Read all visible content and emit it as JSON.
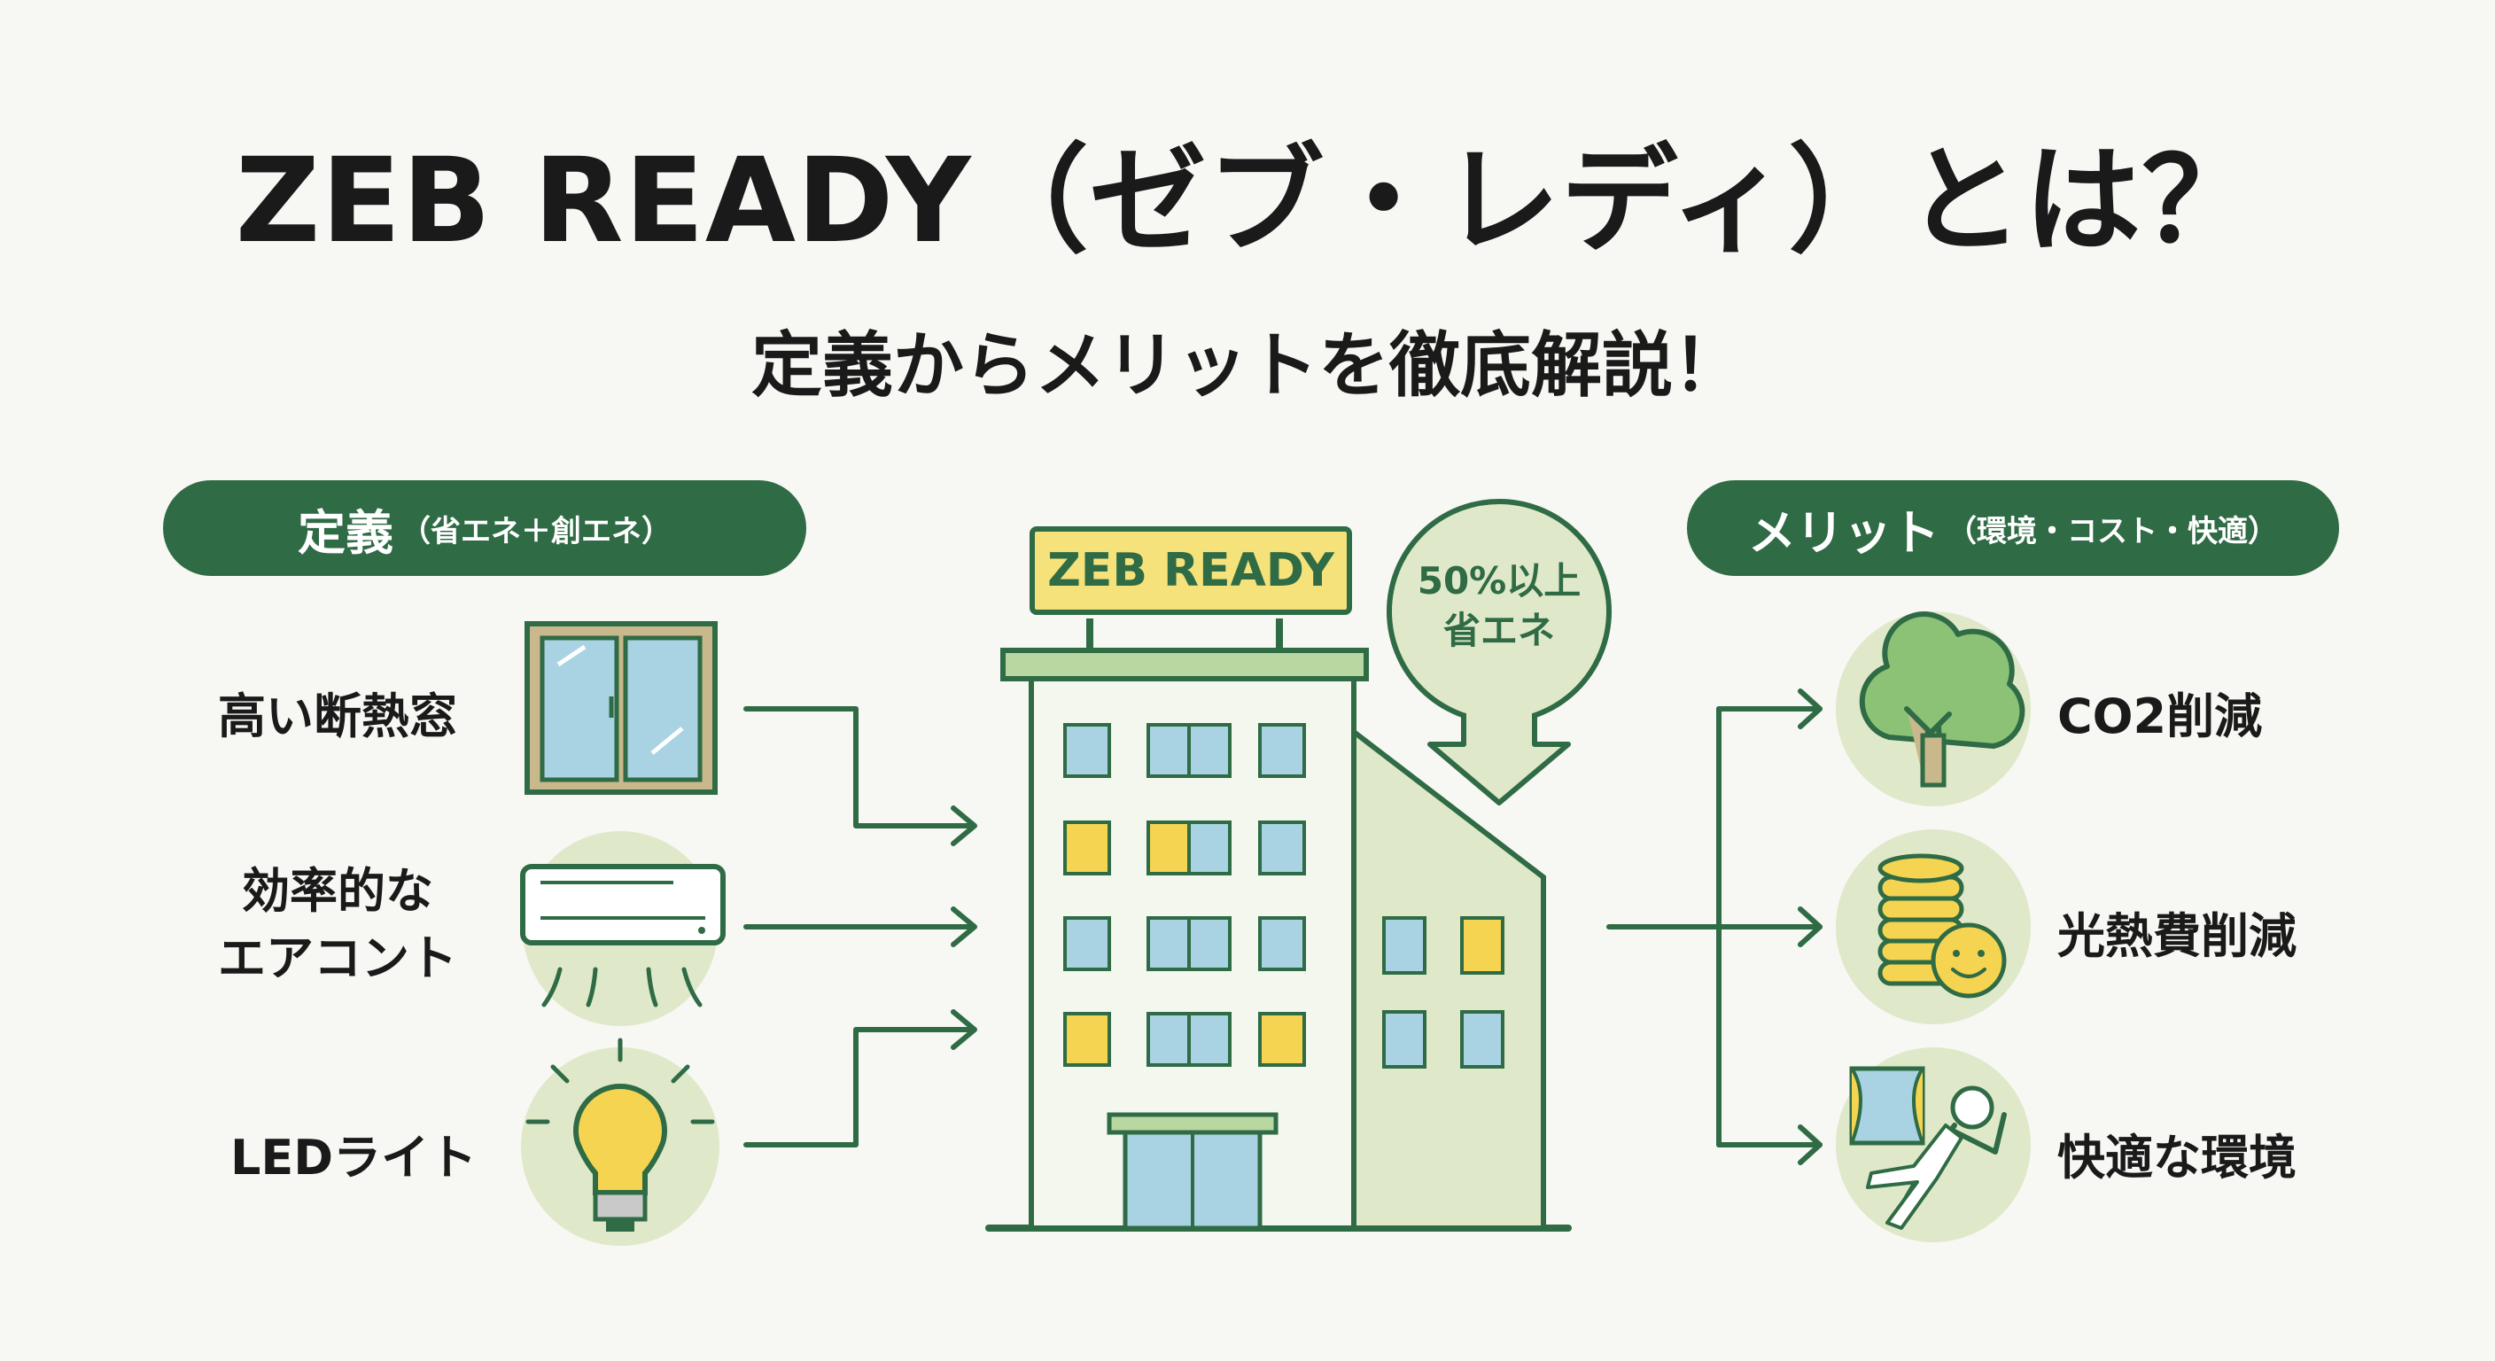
{
  "title": "ZEB READY（ゼブ・レディ）とは？",
  "subtitle": "定義からメリットを徹底解説！",
  "definition": {
    "heading": "定義",
    "heading_note": "（省エネ＋創エネ）",
    "items": [
      {
        "label": "高い断熱窓",
        "icon": "window-icon"
      },
      {
        "label_line1": "効率的な",
        "label_line2": "エアコント",
        "icon": "air-conditioner-icon"
      },
      {
        "label": "LEDライト",
        "icon": "light-bulb-icon"
      }
    ]
  },
  "building": {
    "sign": "ZEB READY",
    "badge_line1": "50%以上",
    "badge_line2": "省エネ"
  },
  "merits": {
    "heading": "メリット",
    "heading_note": "（環境・コスト・快適）",
    "items": [
      {
        "label": "CO2削減",
        "icon": "tree-icon"
      },
      {
        "label": "光熱費削減",
        "icon": "coins-smile-icon"
      },
      {
        "label": "快適な環境",
        "icon": "relaxing-person-icon"
      }
    ]
  },
  "colors": {
    "primary_green": "#2f6b45",
    "light_green": "#dfe9c9",
    "window_blue": "#a9d2e3",
    "accent_yellow": "#f5e27a",
    "background": "#f7f7f3"
  }
}
